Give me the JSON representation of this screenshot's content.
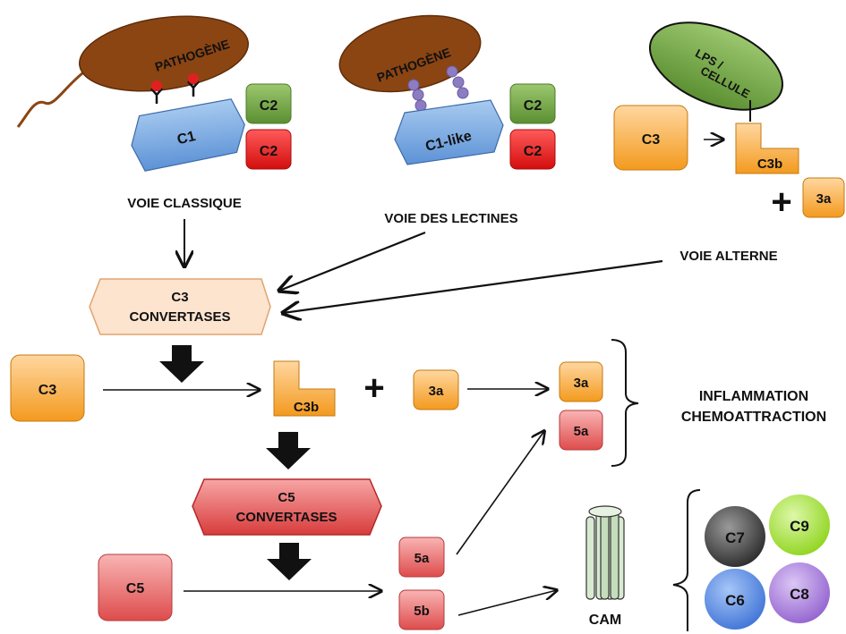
{
  "top_row": {
    "pathogen_classical": "PATHOGÈNE",
    "c1": "C1",
    "c2_top_left": "C2",
    "c2_bottom_left": "C2",
    "pathogen_lectin": "PATHOGÈNE",
    "c1_like": "C1-like",
    "c2_top_mid": "C2",
    "c2_bottom_mid": "C2",
    "lps_line1": "LPS /",
    "lps_line2": "CELLULE",
    "c3_top": "C3",
    "c3b_top": "C3b",
    "plus_top": "+",
    "c3a_top": "3a"
  },
  "pathways": {
    "classical": "VOIE CLASSIQUE",
    "lectin": "VOIE DES LECTINES",
    "alternative": "VOIE ALTERNE"
  },
  "cascade": {
    "c3_convertase_line1": "C3",
    "c3_convertase_line2": "CONVERTASES",
    "c3": "C3",
    "c3b": "C3b",
    "plus": "+",
    "c3a": "3a",
    "c3a_out": "3a",
    "c5a_out": "5a",
    "c5_convertase_line1": "C5",
    "c5_convertase_line2": "CONVERTASES",
    "c5": "C5",
    "c5a": "5a",
    "c5b": "5b"
  },
  "outcomes": {
    "inflammation": "INFLAMMATION",
    "chemoattraction": "CHEMOATTRACTION",
    "mac": "CAM",
    "c6": "C6",
    "c7": "C7",
    "c8": "C8",
    "c9": "C9"
  },
  "colors": {
    "pathogen": "#8B4513",
    "c1": "#6FA8DC",
    "c2_green": "#6AA84F",
    "c2_red": "#E02020",
    "lps": "#7AA33F",
    "orange": "#F5A623",
    "convertase_c3": "#FCE4CF",
    "convertase_c5": "#E04E4E",
    "pink": "#E06666",
    "lectin_bead": "#8E7CC3",
    "c6": "#5B8DEF",
    "c7": "#444444",
    "c8": "#A478D8",
    "c9": "#A4E040",
    "cam": "#D9EAD3"
  }
}
